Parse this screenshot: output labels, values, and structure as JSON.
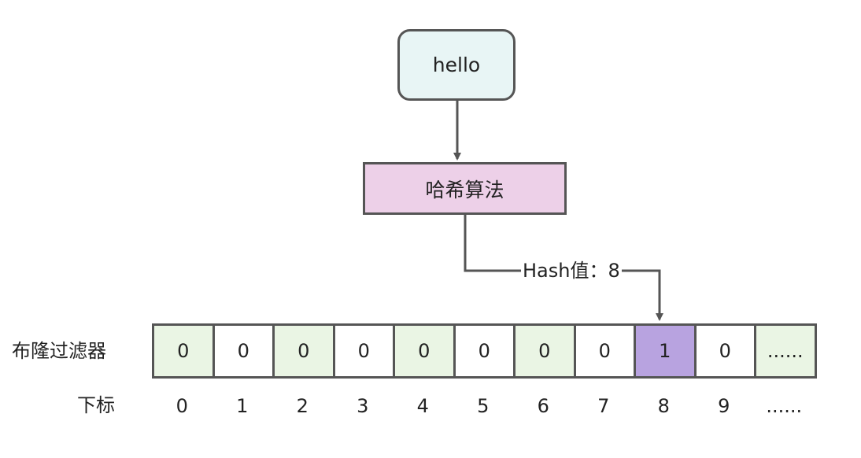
{
  "nodes": {
    "input": {
      "label": "hello",
      "fill": "#e8f5f5"
    },
    "hash": {
      "label": "哈希算法",
      "fill": "#edd0e8"
    }
  },
  "edge_label": "Hash值：8",
  "row_labels": {
    "filter": "布隆过滤器",
    "index": "下标"
  },
  "bits": [
    {
      "value": "0",
      "fill": "#eaf5e4"
    },
    {
      "value": "0",
      "fill": "#ffffff"
    },
    {
      "value": "0",
      "fill": "#eaf5e4"
    },
    {
      "value": "0",
      "fill": "#ffffff"
    },
    {
      "value": "0",
      "fill": "#eaf5e4"
    },
    {
      "value": "0",
      "fill": "#ffffff"
    },
    {
      "value": "0",
      "fill": "#eaf5e4"
    },
    {
      "value": "0",
      "fill": "#ffffff"
    },
    {
      "value": "1",
      "fill": "#b8a3e0"
    },
    {
      "value": "0",
      "fill": "#ffffff"
    },
    {
      "value": "......",
      "fill": "#eaf5e4"
    }
  ],
  "indices": [
    "0",
    "1",
    "2",
    "3",
    "4",
    "5",
    "6",
    "7",
    "8",
    "9",
    "......"
  ],
  "colors": {
    "stroke": "#555555"
  }
}
